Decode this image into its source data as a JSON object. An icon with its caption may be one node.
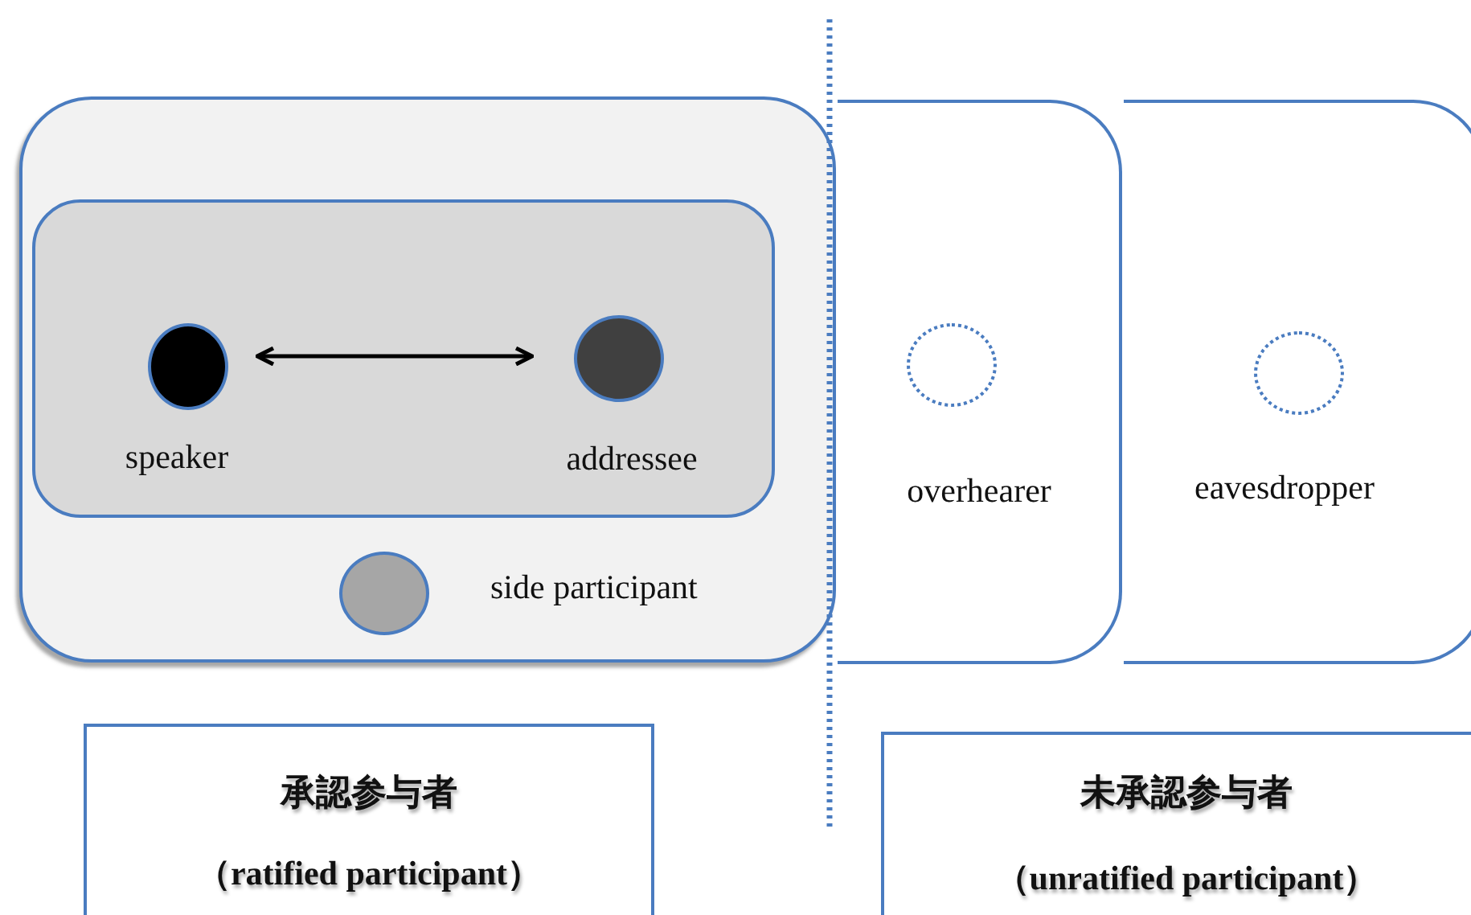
{
  "diagram": {
    "nodes": [
      {
        "text": [],
        "shape": "box"
      },
      {
        "text": [],
        "shape": "box",
        "in": 0
      },
      {
        "text": [],
        "shape": "circle",
        "beside": [
          "speaker"
        ],
        "in": 1
      },
      {
        "text": [],
        "shape": "circle",
        "beside": [
          "addressee"
        ],
        "in": 1
      },
      {
        "text": [],
        "shape": "circle",
        "beside": [
          "side participant"
        ],
        "in": 0
      },
      {
        "text": [],
        "shape": "box"
      },
      {
        "text": [],
        "shape": "circle",
        "beside": [
          "overhearer"
        ],
        "in": 5
      },
      {
        "text": [],
        "shape": "box"
      },
      {
        "text": [],
        "shape": "circle",
        "beside": [
          "eavesdropper"
        ],
        "in": 7
      },
      {
        "text": [
          "承認参与者",
          "（ratified participant）"
        ]
      },
      {
        "text": [
          "未承認参与者",
          "（unratified participant）"
        ]
      }
    ],
    "edges": [
      {
        "from": 2,
        "to": 3,
        "arrow": "both"
      }
    ]
  }
}
